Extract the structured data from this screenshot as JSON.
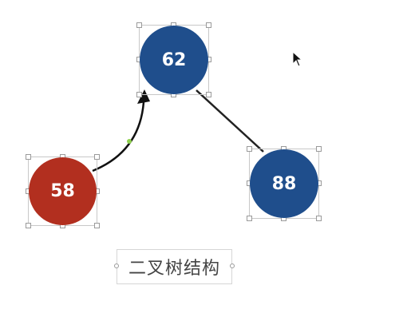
{
  "nodes": {
    "root": {
      "value": "62",
      "color": "#1f4e8c"
    },
    "left": {
      "value": "58",
      "color": "#b22f1f"
    },
    "right": {
      "value": "88",
      "color": "#1f4e8c"
    }
  },
  "caption": "二叉树结构",
  "edges": [
    {
      "from": "left",
      "to": "root",
      "style": "curved-arrow"
    },
    {
      "from": "root",
      "to": "right",
      "style": "straight-line"
    }
  ],
  "icons": {
    "cursor": "mouse-pointer-icon",
    "arrowhead": "arrowhead-icon"
  }
}
